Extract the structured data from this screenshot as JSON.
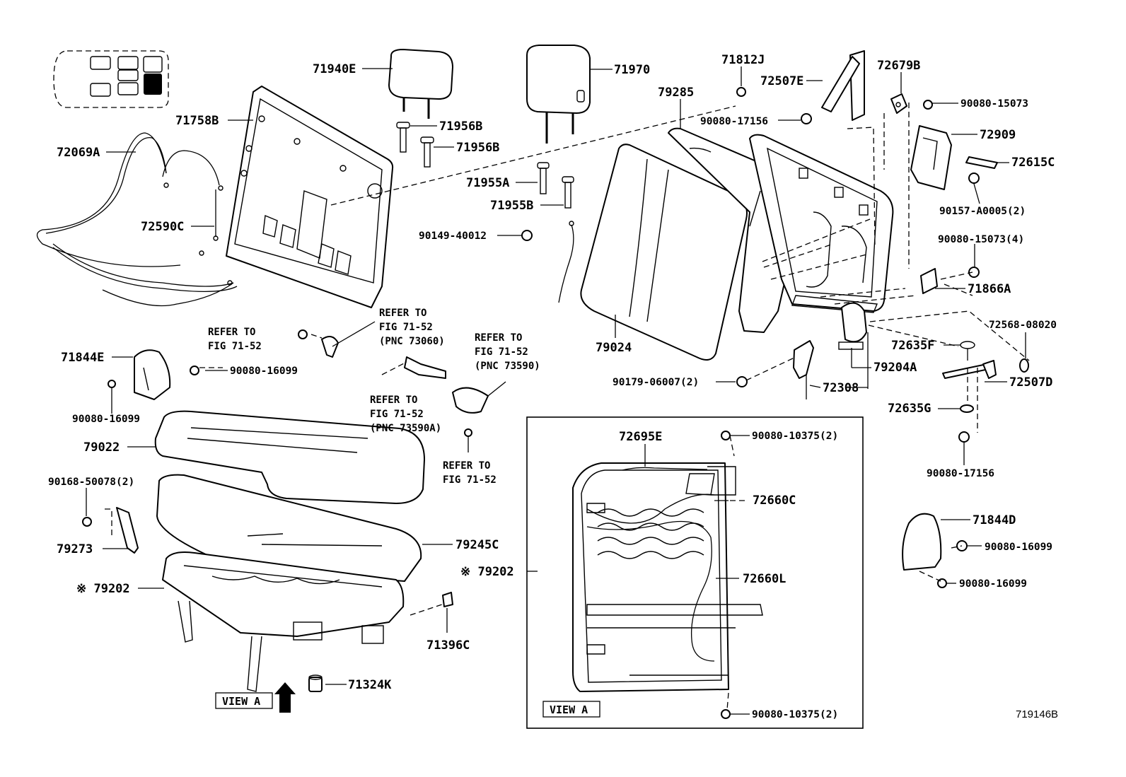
{
  "labels": {
    "p71940E": "71940E",
    "p71970": "71970",
    "p71812J": "71812J",
    "p72507E": "72507E",
    "p72679B": "72679B",
    "p79285": "79285",
    "p71758B": "71758B",
    "p71956B_1": "71956B",
    "p71956B_2": "71956B",
    "p90080_15073": "90080-15073",
    "p90080_17156_top": "90080-17156",
    "p72909": "72909",
    "p72069A": "72069A",
    "p72615C": "72615C",
    "p71955A": "71955A",
    "p71955B": "71955B",
    "p90157_A0005": "90157-A0005(2)",
    "p72590C": "72590C",
    "p90149_40012": "90149-40012",
    "p90080_15073_4": "90080-15073(4)",
    "p71866A": "71866A",
    "p79024": "79024",
    "p72568_08020": "72568-08020",
    "p72635F": "72635F",
    "p71844E": "71844E",
    "p90080_16099_a": "90080-16099",
    "p79204A": "79204A",
    "p90179_06007": "90179-06007(2)",
    "p72308": "72308",
    "p72507D": "72507D",
    "p90080_16099_b": "90080-16099",
    "p72635G": "72635G",
    "p79022": "79022",
    "p72695E": "72695E",
    "p90080_10375_top": "90080-10375(2)",
    "p90080_17156_bot": "90080-17156",
    "p90168_50078": "90168-50078(2)",
    "p72660C": "72660C",
    "p71844D": "71844D",
    "p79245C": "79245C",
    "p90080_16099_c": "90080-16099",
    "p79273": "79273",
    "p79202_left": "※ 79202",
    "p79202_right": "※ 79202",
    "p72660L": "72660L",
    "p90080_16099_d": "90080-16099",
    "p71396C": "71396C",
    "p71324K": "71324K",
    "p90080_10375_bot": "90080-10375(2)"
  },
  "refers": {
    "r1_line1": "REFER TO",
    "r1_line2": "FIG 71-52",
    "r2_line1": "REFER TO",
    "r2_line2": "FIG 71-52",
    "r2_line3": "(PNC 73060)",
    "r3_line1": "REFER TO",
    "r3_line2": "FIG 71-52",
    "r3_line3": "(PNC 73590)",
    "r4_line1": "REFER TO",
    "r4_line2": "FIG 71-52",
    "r4_line3": "(PNC 73590A)",
    "r5_line1": "REFER TO",
    "r5_line2": "FIG 71-52"
  },
  "view_label_left": "VIEW A",
  "view_label_right": "VIEW A",
  "figure_code": "719146B"
}
